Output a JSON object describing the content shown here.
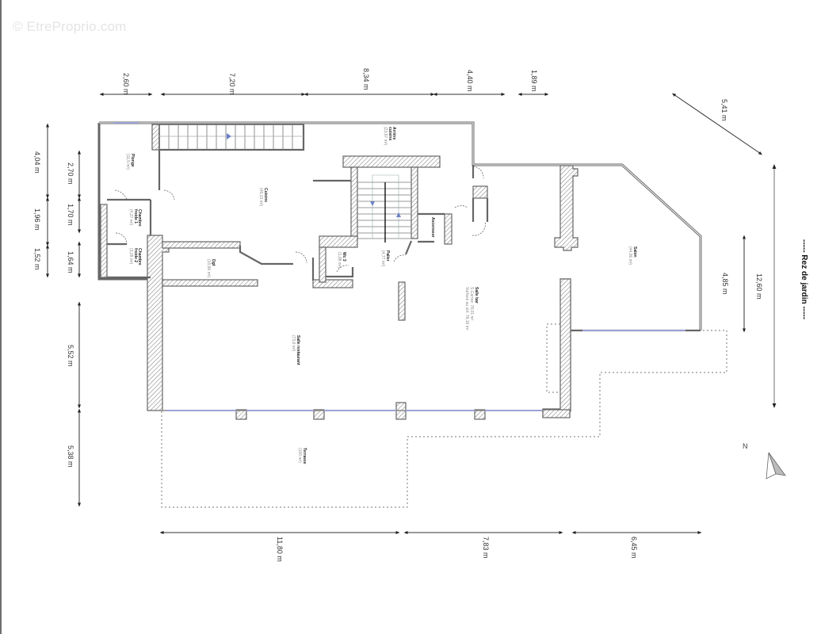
{
  "watermark": "© EtreProprio.com",
  "level_title": "----- Rez de jardin -----",
  "compass": {
    "label": "N"
  },
  "dimensions": {
    "top": [
      "2,60 m",
      "7,20 m",
      "8,34 m",
      "4,40 m",
      "1,89 m"
    ],
    "diagonal": "5,41 m",
    "left_outer": [
      "4,04 m",
      "1,96 m",
      "1,52 m"
    ],
    "left_inner": [
      "2,70 m",
      "1,70 m",
      "1,64 m",
      "5,52 m",
      "5,38 m"
    ],
    "right": [
      "4,85 m",
      "12,60 m"
    ],
    "bottom": [
      "11,80 m",
      "7,83 m",
      "6,45 m"
    ]
  },
  "rooms": [
    {
      "name": "Plonge",
      "area": "(11,5 m²)"
    },
    {
      "name": "Chambre froide 1",
      "area": "(4,27 m²)"
    },
    {
      "name": "Chambre froide 2",
      "area": "(3,28 m²)"
    },
    {
      "name": "Cuisine",
      "area": "(45,13 m²)"
    },
    {
      "name": "Arrière cuisine",
      "area": "(23,57 m²)"
    },
    {
      "name": "Dgt",
      "area": "(10,66 m²)"
    },
    {
      "name": "Wc 3",
      "area": "(1,98 m²)"
    },
    {
      "name": "Palier",
      "area": "(4,77 m²)"
    },
    {
      "name": "Ascenseur",
      "area": ""
    },
    {
      "name": "Salle bar",
      "area": "S.Carrez: 78,01 m²",
      "area2": "Surface au sol: 78,16 m²"
    },
    {
      "name": "Salon",
      "area": "(44,36 m²)"
    },
    {
      "name": "Salle restaurant",
      "area": "(73,6 m²)"
    },
    {
      "name": "Terrasse",
      "area": "(100 m²)"
    }
  ]
}
